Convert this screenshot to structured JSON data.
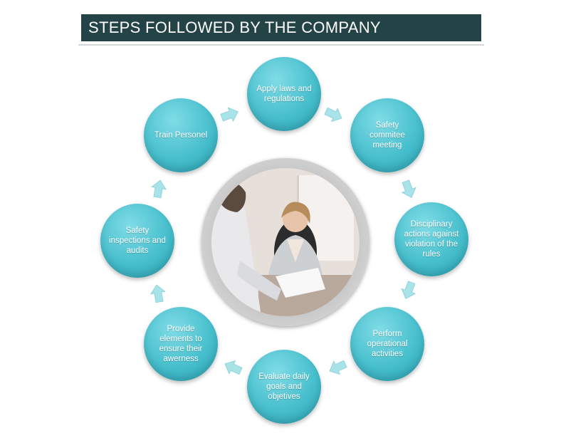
{
  "title": "STEPS FOLLOWED BY THE COMPANY",
  "steps": [
    {
      "label": "Apply laws and regulations"
    },
    {
      "label": "Safety commitee meeting"
    },
    {
      "label": "Disciplinary actions against violation of the rules"
    },
    {
      "label": "Perform operational activities"
    },
    {
      "label": "Evaluate daily goals and objetives"
    },
    {
      "label": "Provide elements to ensure their awerness"
    },
    {
      "label": "Safety inspections and audits"
    },
    {
      "label": "Train Personel"
    }
  ],
  "center_image": "office-meeting-photo",
  "colors": {
    "title_bg": "#234347",
    "step_fill": "#48bfcd",
    "arrow_fill": "#a9e3ea"
  }
}
